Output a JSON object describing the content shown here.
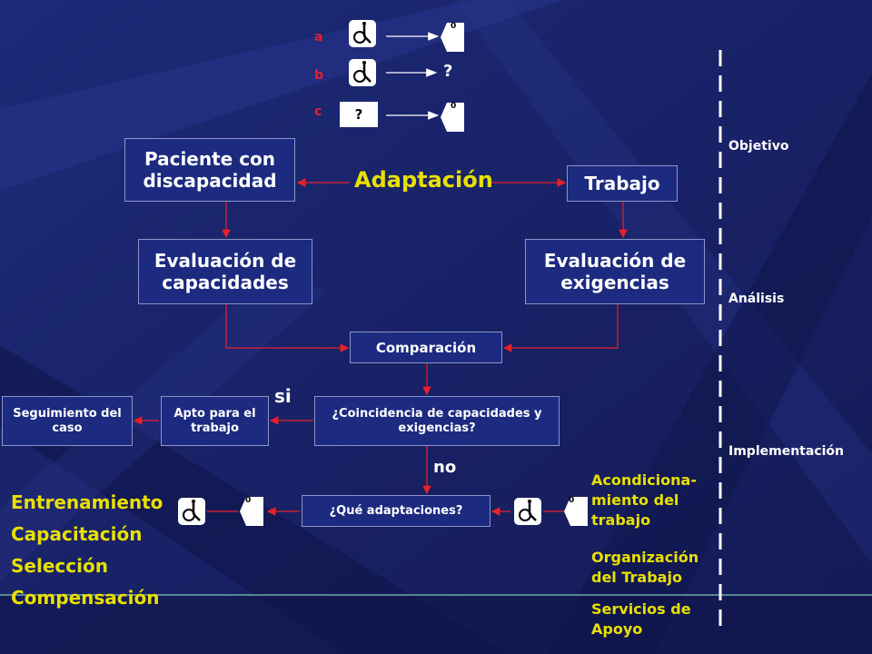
{
  "legend": {
    "a": "a",
    "b": "b",
    "c": "c",
    "b_result": "?",
    "c_input": "?",
    "zero": "0"
  },
  "nodes": {
    "patient": "Paciente con discapacidad",
    "adaptation": "Adaptación",
    "work": "Trabajo",
    "eval_capacities": "Evaluación de capacidades",
    "eval_demands": "Evaluación de exigencias",
    "comparison": "Comparación",
    "coincidence": "¿Coincidencia de capacidades y exigencias?",
    "apt": "Apto para el trabajo",
    "followup": "Seguimiento del caso",
    "adaptations": "¿Qué adaptaciones?"
  },
  "labels": {
    "yes": "si",
    "no": "no"
  },
  "phases": {
    "objective": "Objetivo",
    "analysis": "Análisis",
    "implementation": "Implementación"
  },
  "left_list": [
    "Entrenamiento",
    "Capacitación",
    "Selección",
    "Compensación"
  ],
  "right_list": {
    "item1": "Acondiciona-miento del trabajo",
    "item2": "Organización del Trabajo",
    "item3": "Servicios de Apoyo"
  },
  "icons": {
    "wheelchair": "wheelchair-icon",
    "container": "pentagon-icon"
  },
  "colors": {
    "background": "#1a2266",
    "box": "#1c2a80",
    "accent_yellow": "#e8e000",
    "arrow_red": "#e8202a"
  }
}
